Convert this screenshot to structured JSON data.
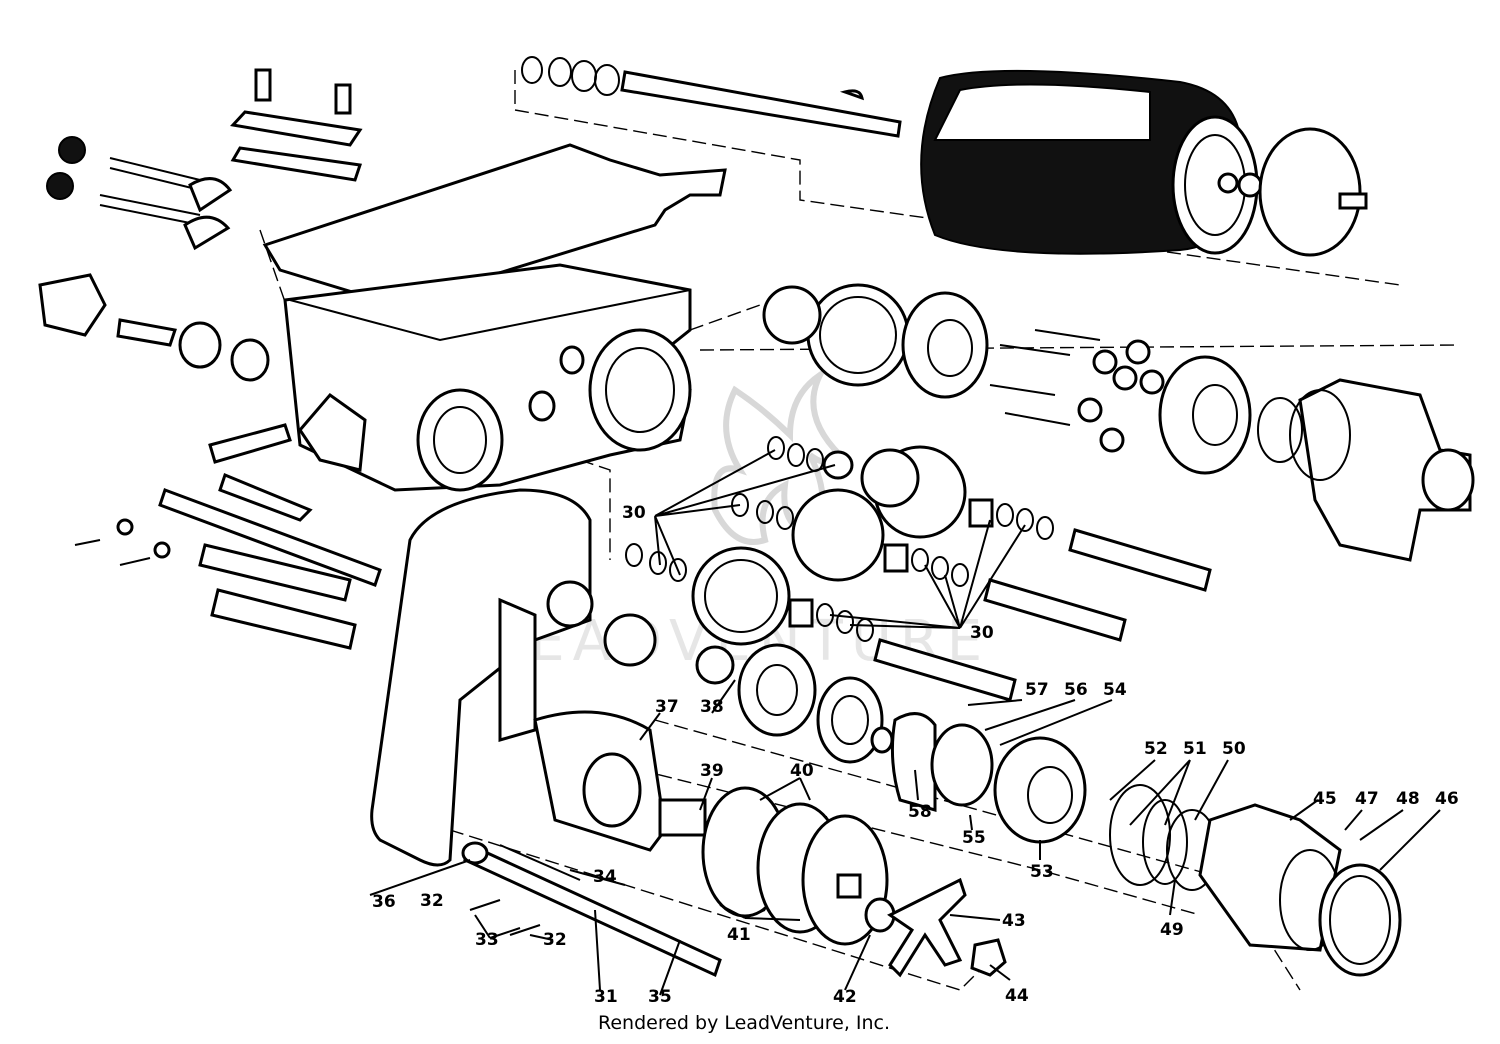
{
  "diagram": {
    "callouts": [
      "30",
      "30",
      "37",
      "38",
      "39",
      "40",
      "41",
      "42",
      "43",
      "44",
      "31",
      "32",
      "32",
      "33",
      "34",
      "35",
      "36",
      "45",
      "46",
      "47",
      "48",
      "49",
      "50",
      "51",
      "52",
      "53",
      "54",
      "55",
      "56",
      "57",
      "58"
    ],
    "watermark": "LEADVENTURE"
  },
  "footer": {
    "credit": "Rendered by LeadVenture, Inc."
  }
}
